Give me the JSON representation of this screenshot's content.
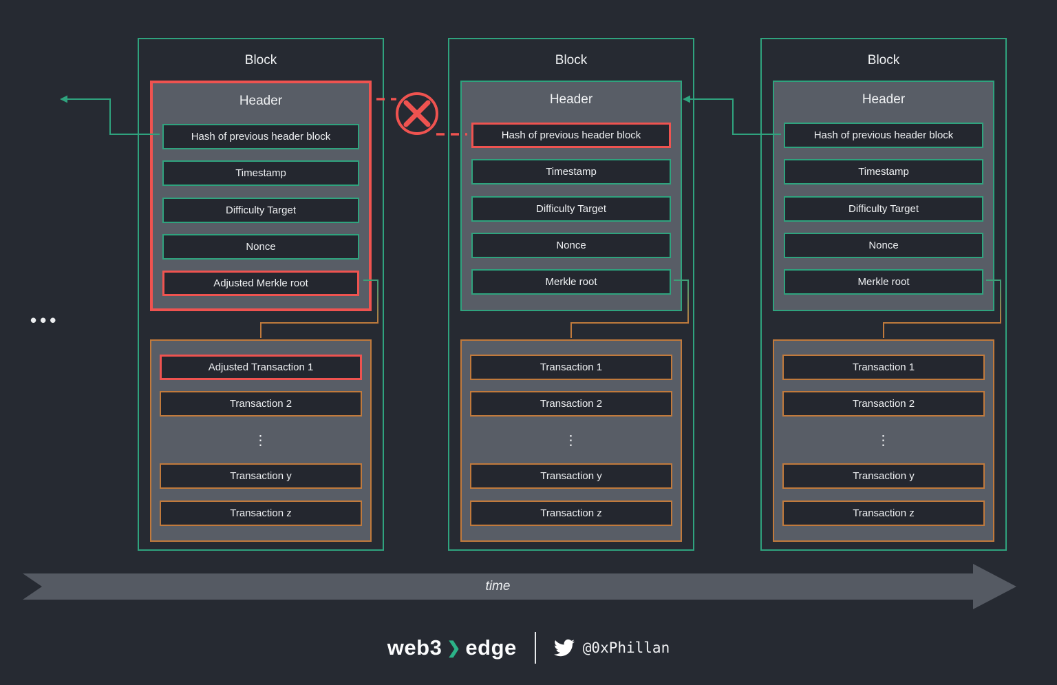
{
  "colors": {
    "background": "#262a32",
    "green": "#2fa37e",
    "red": "#ef5350",
    "orange": "#c17a3c",
    "panel_gray": "#585d66",
    "band_gray": "#555a63",
    "box_dark": "#24272f",
    "text": "#eff1f3"
  },
  "continuation_dots": "•••",
  "blocks": [
    {
      "title": "Block",
      "header": {
        "title": "Header",
        "variant": "alert",
        "fields": [
          {
            "label": "Hash of previous header block",
            "variant": "normal"
          },
          {
            "label": "Timestamp",
            "variant": "normal"
          },
          {
            "label": "Difficulty Target",
            "variant": "normal"
          },
          {
            "label": "Nonce",
            "variant": "normal"
          },
          {
            "label": "Adjusted Merkle root",
            "variant": "alert"
          }
        ]
      },
      "transactions": [
        {
          "label": "Adjusted Transaction 1",
          "variant": "alert"
        },
        {
          "label": "Transaction 2",
          "variant": "normal"
        },
        {
          "label": "⋮",
          "variant": "ellipsis"
        },
        {
          "label": "Transaction y",
          "variant": "normal"
        },
        {
          "label": "Transaction z",
          "variant": "normal"
        }
      ]
    },
    {
      "title": "Block",
      "header": {
        "title": "Header",
        "variant": "normal",
        "fields": [
          {
            "label": "Hash of previous header block",
            "variant": "alert"
          },
          {
            "label": "Timestamp",
            "variant": "normal"
          },
          {
            "label": "Difficulty Target",
            "variant": "normal"
          },
          {
            "label": "Nonce",
            "variant": "normal"
          },
          {
            "label": "Merkle root",
            "variant": "normal"
          }
        ]
      },
      "transactions": [
        {
          "label": "Transaction 1",
          "variant": "normal"
        },
        {
          "label": "Transaction 2",
          "variant": "normal"
        },
        {
          "label": "⋮",
          "variant": "ellipsis"
        },
        {
          "label": "Transaction y",
          "variant": "normal"
        },
        {
          "label": "Transaction z",
          "variant": "normal"
        }
      ]
    },
    {
      "title": "Block",
      "header": {
        "title": "Header",
        "variant": "normal",
        "fields": [
          {
            "label": "Hash of previous header block",
            "variant": "normal"
          },
          {
            "label": "Timestamp",
            "variant": "normal"
          },
          {
            "label": "Difficulty Target",
            "variant": "normal"
          },
          {
            "label": "Nonce",
            "variant": "normal"
          },
          {
            "label": "Merkle root",
            "variant": "normal"
          }
        ]
      },
      "transactions": [
        {
          "label": "Transaction 1",
          "variant": "normal"
        },
        {
          "label": "Transaction 2",
          "variant": "normal"
        },
        {
          "label": "⋮",
          "variant": "ellipsis"
        },
        {
          "label": "Transaction y",
          "variant": "normal"
        },
        {
          "label": "Transaction z",
          "variant": "normal"
        }
      ]
    }
  ],
  "timeline": {
    "label": "time"
  },
  "footer": {
    "brand_left": "web3",
    "brand_right": "edge",
    "chevron": "❯",
    "twitter_handle": "@0xPhillan",
    "twitter_icon": "twitter-bird"
  }
}
